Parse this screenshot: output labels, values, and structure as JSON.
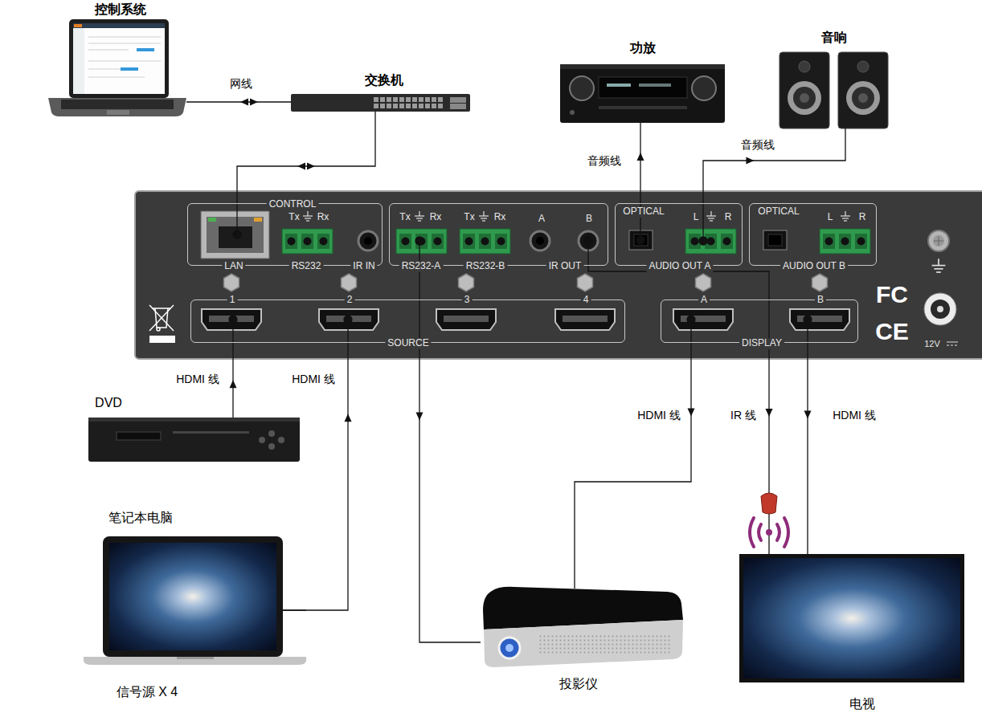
{
  "diagram": {
    "nodes": [
      {
        "text": [
          "控制系统"
        ]
      },
      {
        "text": [
          "交换机"
        ]
      },
      {
        "text": [
          "功放"
        ]
      },
      {
        "text": [
          "音响"
        ]
      },
      {
        "text": [
          "CONTROL",
          "Tx",
          "Rx",
          "LAN",
          "RS232",
          "IR IN"
        ]
      },
      {
        "text": [
          "Tx",
          "Rx",
          "Tx",
          "Rx",
          "A",
          "B",
          "RS232-A",
          "RS232-B",
          "IR OUT"
        ]
      },
      {
        "text": [
          "OPTICAL",
          "L",
          "R",
          "AUDIO OUT A"
        ]
      },
      {
        "text": [
          "OPTICAL",
          "L",
          "R",
          "AUDIO OUT B"
        ]
      },
      {
        "text": [
          "1",
          "2",
          "3",
          "4",
          "SOURCE"
        ]
      },
      {
        "text": [
          "A",
          "B",
          "DISPLAY"
        ]
      },
      {
        "text": [
          "DVD"
        ]
      },
      {
        "text": [
          "笔记本电脑",
          "信号源 X 4"
        ]
      },
      {
        "text": [
          "投影仪"
        ]
      },
      {
        "text": [
          "电视"
        ]
      }
    ],
    "edges": [
      {
        "from": 0,
        "to": 1,
        "label": "网线",
        "arrow": "both"
      },
      {
        "from": 1,
        "to": 4,
        "arrow": "both"
      },
      {
        "from": 6,
        "to": 2,
        "label": "音频线",
        "arrow": "to"
      },
      {
        "from": 6,
        "to": 3,
        "label": "音频线",
        "arrow": "to"
      },
      {
        "from": 10,
        "to": 8,
        "label": "HDMI 线",
        "arrow": "to"
      },
      {
        "from": 11,
        "to": 8,
        "label": "HDMI 线",
        "arrow": "to"
      },
      {
        "from": 5,
        "to": 12,
        "arrow": "to"
      },
      {
        "from": 9,
        "to": 12,
        "label": "HDMI 线",
        "arrow": "to"
      },
      {
        "from": 5,
        "to": 13,
        "label": "IR 线",
        "arrow": "to"
      },
      {
        "from": 9,
        "to": 13,
        "label": "HDMI 线",
        "arrow": "to"
      }
    ],
    "labels": [
      "FC",
      "CE",
      "12V"
    ]
  }
}
